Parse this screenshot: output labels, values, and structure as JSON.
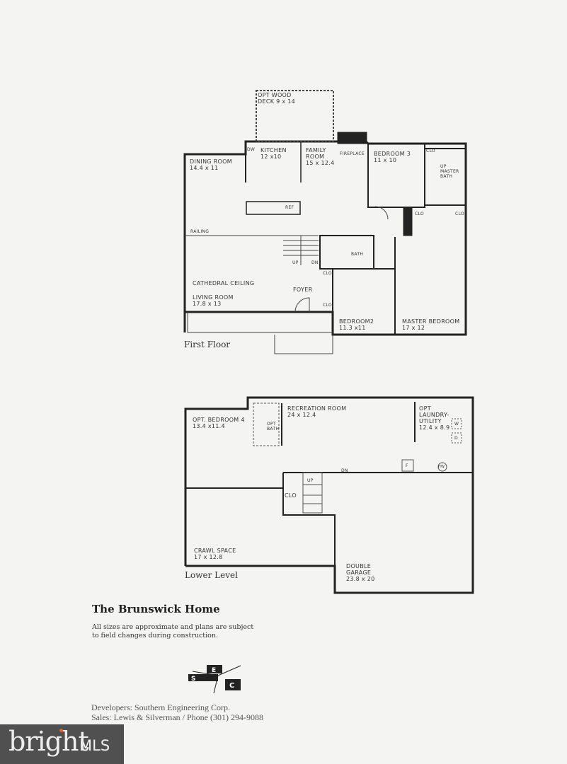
{
  "first_floor": {
    "caption": "First Floor",
    "rooms": {
      "deck": "OPT WOOD\nDECK 9 x 14",
      "dw": "DW",
      "kitchen": "KITCHEN\n12 x10",
      "family": "FAMILY\nROOM\n15 x 12.4",
      "fireplace": "FIREPLACE",
      "bedroom3": "BEDROOM 3\n11 x 10",
      "clo_b3": "CLO",
      "master_bath": "UP\nMASTER\nBATH",
      "dining": "DINING ROOM\n14.4 x 11",
      "ref": "REF",
      "clo_hall": "CLO",
      "clo_master": "CLO",
      "railing": "RAILING",
      "up": "UP",
      "dn": "DN",
      "bath": "BATH",
      "clo_b2": "CLO",
      "cathedral": "CATHEDRAL CEILING",
      "foyer": "FOYER",
      "clo_foyer": "CLO",
      "living": "LIVING ROOM\n17.8 x 13",
      "bedroom2": "BEDROOM2\n11.3 x11",
      "master": "MASTER BEDROOM\n17 x 12"
    }
  },
  "lower_level": {
    "caption": "Lower Level",
    "rooms": {
      "bedroom4": "OPT. BEDROOM 4\n13.4 x11.4",
      "opt_bath": "OPT\nBATH",
      "recreation": "RECREATION ROOM\n24 x 12.4",
      "laundry": "OPT\nLAUNDRY-\nUTILITY\n12.4 x 8.9",
      "w": "W",
      "d": "D",
      "f": "F",
      "hw": "HW",
      "dn": "DN",
      "up": "UP",
      "clo": "CLO",
      "crawl": "CRAWL SPACE\n17 x 12.8",
      "garage": "DOUBLE\nGARAGE\n23.8 x 20"
    }
  },
  "title": "The Brunswick Home",
  "note": "All sizes are approximate and plans are subject to field changes during construction.",
  "logo": {
    "letters": [
      "S",
      "E",
      "C"
    ]
  },
  "developers": "Developers:  Southern Engineering Corp.",
  "sales": "Sales:  Lewis & Silverman / Phone (301) 294-9088",
  "watermark": {
    "brand": "bright",
    "suffix": "MLS",
    "accent": "#e0662a"
  }
}
